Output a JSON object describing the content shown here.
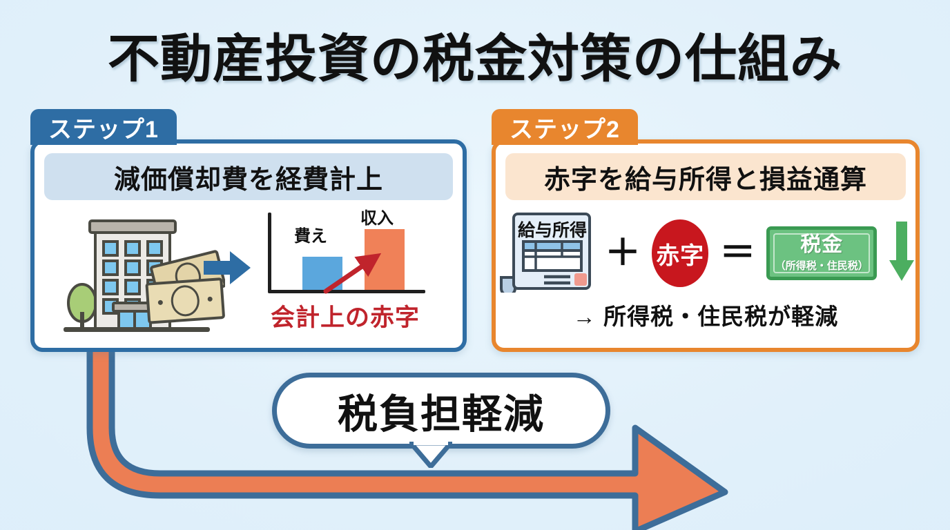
{
  "page": {
    "title": "不動産投資の税金対策の仕組み",
    "background_color": "#e3f1fb"
  },
  "colors": {
    "step1_blue": "#2e6da4",
    "step2_orange": "#e8862e",
    "arrow_orange": "#ec7e54",
    "arrow_outline_blue": "#3d6d99",
    "deficit_red": "#c0242c",
    "red_circle": "#c8171e",
    "tax_note_green": "#6cc281",
    "bar_cost_blue": "#5ba7dd",
    "bar_income_orange": "#f08158"
  },
  "step1": {
    "tab_label": "ステップ1",
    "heading": "減価償却費を経費計上",
    "icons": {
      "building": "building-icon",
      "money": "banknotes-icon",
      "flow_arrow": "right-arrow-icon",
      "tree": "tree-icon"
    },
    "chart": {
      "cost_label": "費え",
      "income_label": "収入",
      "trend_arrow": "up-trend-arrow-icon"
    },
    "footer": "会計上の赤字"
  },
  "step2": {
    "tab_label": "ステップ2",
    "heading": "赤字を給与所得と損益通算",
    "equation": {
      "document_label": "給与所得",
      "plus": "＋",
      "deficit_label": "赤字",
      "equals": "＝",
      "tax_label": "税金",
      "tax_sublabel": "（所得税・住民税）",
      "down_arrow": "down-arrow-icon"
    },
    "footer": "→ 所得税・住民税が軽減"
  },
  "result": {
    "bubble_text": "税負担軽減",
    "flow_arrow": "bent-right-arrow-icon"
  },
  "chart_data": {
    "type": "bar",
    "title": "会計上の赤字",
    "categories": [
      "費え",
      "収入"
    ],
    "values": [
      48,
      88
    ],
    "colors": [
      "#5ba7dd",
      "#f08158"
    ],
    "xlabel": "",
    "ylabel": "",
    "ylim": [
      0,
      120
    ],
    "grid": false,
    "legend": "none",
    "annotations": [
      "費え",
      "収入"
    ]
  }
}
